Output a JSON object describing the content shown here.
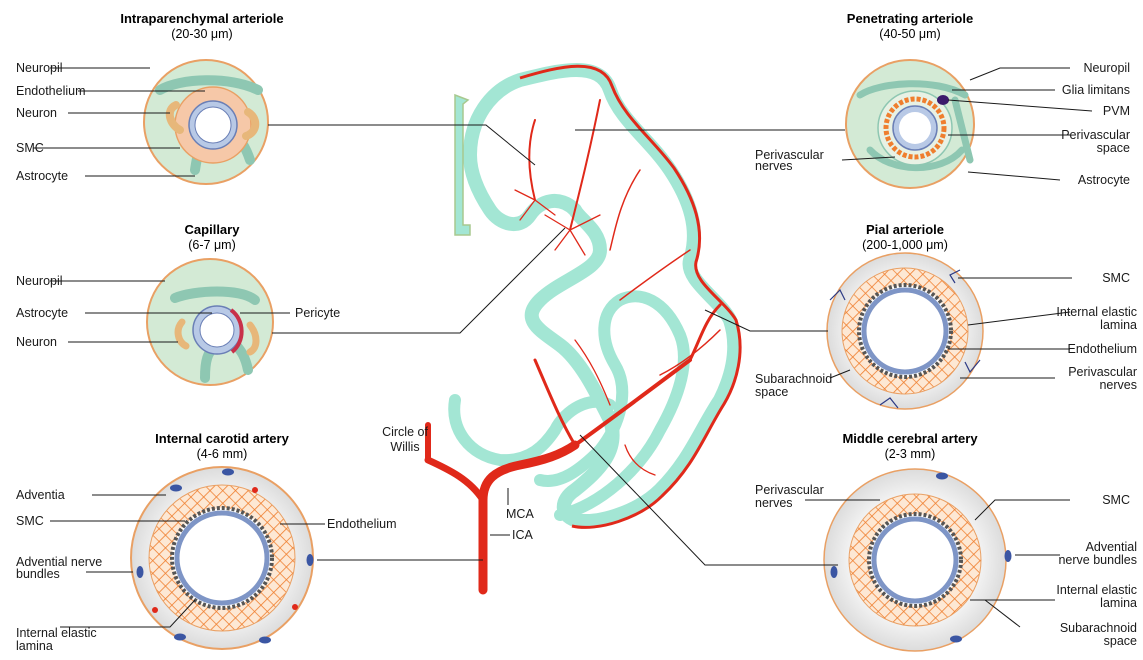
{
  "panels": {
    "intraparenchymal": {
      "title": "Intraparenchymal arteriole",
      "size": "(20-30 μm)",
      "labels": {
        "neuropil": "Neuropil",
        "endothelium": "Endothelium",
        "neuron": "Neuron",
        "smc": "SMC",
        "astrocyte": "Astrocyte"
      }
    },
    "capillary": {
      "title": "Capillary",
      "size": "(6-7 μm)",
      "labels": {
        "neuropil": "Neuropil",
        "astrocyte": "Astrocyte",
        "neuron": "Neuron",
        "pericyte": "Pericyte"
      }
    },
    "internal_carotid": {
      "title": "Internal carotid artery",
      "size": "(4-6 mm)",
      "labels": {
        "adventia": "Adventia",
        "smc": "SMC",
        "advential_nerve_1": "Advential nerve",
        "advential_nerve_2": "bundles",
        "iel_1": "Internal elastic",
        "iel_2": "lamina",
        "endothelium": "Endothelium"
      }
    },
    "penetrating": {
      "title": "Penetrating arteriole",
      "size": "(40-50 μm)",
      "labels": {
        "neuropil": "Neuropil",
        "glia_limitans": "Glia limitans",
        "pvm": "PVM",
        "perivascular_space_1": "Perivascular",
        "perivascular_space_2": "space",
        "perivascular_nerves_1": "Perivascular",
        "perivascular_nerves_2": "nerves",
        "astrocyte": "Astrocyte"
      }
    },
    "pial": {
      "title": "Pial arteriole",
      "size": "(200-1,000 μm)",
      "labels": {
        "smc": "SMC",
        "iel_1": "Internal elastic",
        "iel_2": "lamina",
        "endothelium": "Endothelium",
        "perivascular_nerves_1": "Perivascular",
        "perivascular_nerves_2": "nerves",
        "subarachnoid_1": "Subarachnoid",
        "subarachnoid_2": "space"
      }
    },
    "middle_cerebral": {
      "title": "Middle cerebral artery",
      "size": "(2-3 mm)",
      "labels": {
        "perivascular_nerves_1": "Perivascular",
        "perivascular_nerves_2": "nerves",
        "smc": "SMC",
        "advential_1": "Advential",
        "advential_2": "nerve bundles",
        "iel_1": "Internal elastic",
        "iel_2": "lamina",
        "subarachnoid_1": "Subarachnoid",
        "subarachnoid_2": "space"
      }
    }
  },
  "center": {
    "circle_of_willis_1": "Circle of",
    "circle_of_willis_2": "Willis",
    "mca": "MCA",
    "ica": "ICA"
  },
  "colors": {
    "neuropil": "#d3ead5",
    "circle_ring": "#e9a064",
    "cortex": "#a3e6d4",
    "artery": "#e0291a",
    "smc": "#f08a3a",
    "endothelium": "#b8c9e6",
    "nerve": "#2c3a85"
  }
}
